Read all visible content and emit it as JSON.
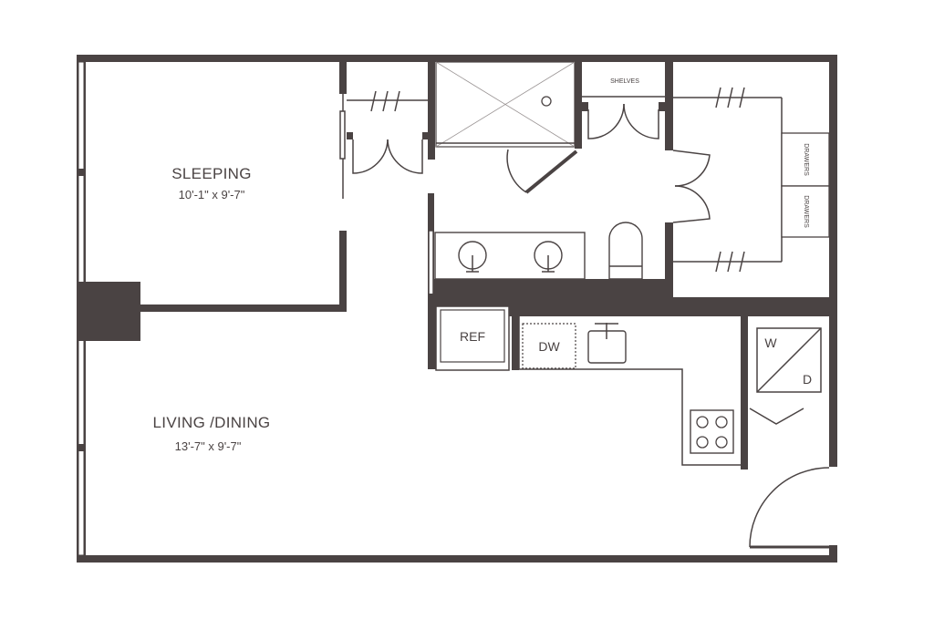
{
  "rooms": {
    "sleeping": {
      "name": "SLEEPING",
      "dims": "10'-1\" x 9'-7\""
    },
    "living": {
      "name": "LIVING /DINING",
      "dims": "13'-7\" x 9'-7\""
    }
  },
  "labels": {
    "shelves": "SHELVES",
    "drawers_top": "DRAWERS",
    "drawers_bottom": "DRAWERS",
    "ref": "REF",
    "dw": "DW",
    "washer": "W",
    "dryer": "D"
  },
  "colors": {
    "wall": "#4a4343",
    "background": "#ffffff"
  }
}
